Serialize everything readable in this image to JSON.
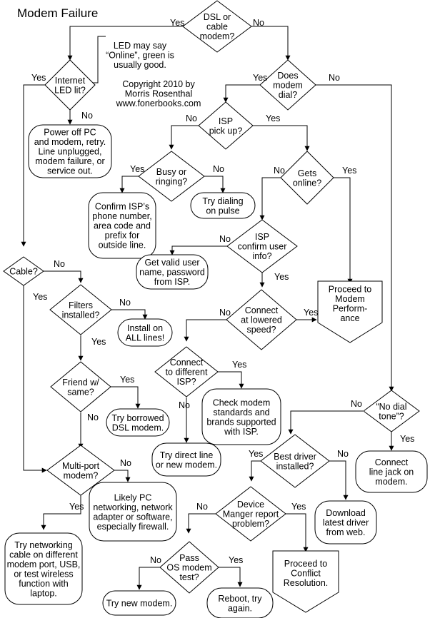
{
  "title": "Modem Failure",
  "nodes": {
    "dsl": {
      "lines": [
        "DSL or",
        "cable",
        "modem?"
      ]
    },
    "led": {
      "lines": [
        "Internet",
        "LED lit?"
      ]
    },
    "dial": {
      "lines": [
        "Does",
        "modem",
        "dial?"
      ]
    },
    "led_note": {
      "lines": [
        "LED may say",
        "“Online”, green is",
        "usually good."
      ]
    },
    "copyright": {
      "lines": [
        "Copyright 2010 by",
        "Morris Rosenthal",
        "www.fonerbooks.com"
      ]
    },
    "poweroff": {
      "lines": [
        "Power off PC",
        "and modem, retry.",
        "Line unplugged,",
        "modem failure, or",
        "service out."
      ]
    },
    "isp_pickup": {
      "lines": [
        "ISP",
        "pick up?"
      ]
    },
    "busy": {
      "lines": [
        "Busy or",
        "ringing?"
      ]
    },
    "gets_online": {
      "lines": [
        "Gets",
        "online?"
      ]
    },
    "confirm_isp": {
      "lines": [
        "Confirm ISP’s",
        "phone number,",
        "area code and",
        "prefix for",
        "outside line."
      ]
    },
    "pulse": {
      "lines": [
        "Try dialing",
        "on pulse"
      ]
    },
    "isp_confirm": {
      "lines": [
        "ISP",
        "confirm user",
        "info?"
      ]
    },
    "valid_user": {
      "lines": [
        "Get valid user",
        "name, password",
        "from ISP."
      ]
    },
    "cable": {
      "lines": [
        "Cable?"
      ]
    },
    "filters": {
      "lines": [
        "Filters",
        "installed?"
      ]
    },
    "install_lines": {
      "lines": [
        "Install on",
        "ALL lines!"
      ]
    },
    "friend": {
      "lines": [
        "Friend w/",
        "same?"
      ]
    },
    "borrowed": {
      "lines": [
        "Try borrowed",
        "DSL modem."
      ]
    },
    "lowered": {
      "lines": [
        "Connect",
        "at lowered",
        "speed?"
      ]
    },
    "performance": {
      "lines": [
        "Proceed to",
        "Modem",
        "Perform-",
        "ance"
      ]
    },
    "diff_isp": {
      "lines": [
        "Connect",
        "to different",
        "ISP?"
      ]
    },
    "check_std": {
      "lines": [
        "Check modem",
        "standards and",
        "brands supported",
        "with ISP."
      ]
    },
    "direct": {
      "lines": [
        "Try direct line",
        "or new modem."
      ]
    },
    "no_dial_tone": {
      "lines": [
        "“No dial",
        "tone”?"
      ]
    },
    "jack": {
      "lines": [
        "Connect",
        "line jack on",
        "modem."
      ]
    },
    "best_driver": {
      "lines": [
        "Best driver",
        "installed?"
      ]
    },
    "multiport": {
      "lines": [
        "Multi-port",
        "modem?"
      ]
    },
    "likely_pc": {
      "lines": [
        "Likely PC",
        "networking, network",
        "adapter or software,",
        "especially firewall."
      ]
    },
    "download": {
      "lines": [
        "Download",
        "latest driver",
        "from web."
      ]
    },
    "device_mgr": {
      "lines": [
        "Device",
        "Manger report",
        "problem?"
      ]
    },
    "networking_cable": {
      "lines": [
        "Try networking",
        "cable on different",
        "modem port, USB,",
        "or test wireless",
        "function with",
        "laptop."
      ]
    },
    "pass_os": {
      "lines": [
        "Pass",
        "OS modem",
        "test?"
      ]
    },
    "conflict": {
      "lines": [
        "Proceed to",
        "Conflict",
        "Resolution."
      ]
    },
    "new_modem": {
      "lines": [
        "Try new modem."
      ]
    },
    "reboot": {
      "lines": [
        "Reboot, try",
        "again."
      ]
    }
  },
  "edge_labels": [
    {
      "id": "dsl-yes",
      "text": "Yes"
    },
    {
      "id": "dsl-no",
      "text": "No"
    },
    {
      "id": "led-yes",
      "text": "Yes"
    },
    {
      "id": "led-no",
      "text": "No"
    },
    {
      "id": "dial-yes",
      "text": "Yes"
    },
    {
      "id": "dial-no",
      "text": "No"
    },
    {
      "id": "pickup-no",
      "text": "No"
    },
    {
      "id": "pickup-yes",
      "text": "Yes"
    },
    {
      "id": "busy-yes",
      "text": "Yes"
    },
    {
      "id": "busy-no",
      "text": "No"
    },
    {
      "id": "online-no",
      "text": "No"
    },
    {
      "id": "online-yes",
      "text": "Yes"
    },
    {
      "id": "ispconf-no",
      "text": "No"
    },
    {
      "id": "ispconf-yes",
      "text": "Yes"
    },
    {
      "id": "cable-no",
      "text": "No"
    },
    {
      "id": "cable-yes",
      "text": "Yes"
    },
    {
      "id": "filters-no",
      "text": "No"
    },
    {
      "id": "filters-yes",
      "text": "Yes"
    },
    {
      "id": "friend-yes",
      "text": "Yes"
    },
    {
      "id": "friend-no",
      "text": "No"
    },
    {
      "id": "lowered-no",
      "text": "No"
    },
    {
      "id": "lowered-yes",
      "text": "Yes"
    },
    {
      "id": "diffisp-yes",
      "text": "Yes"
    },
    {
      "id": "diffisp-no",
      "text": "No"
    },
    {
      "id": "tone-no",
      "text": "No"
    },
    {
      "id": "tone-yes",
      "text": "Yes"
    },
    {
      "id": "driver-yes",
      "text": "Yes"
    },
    {
      "id": "driver-no",
      "text": "No"
    },
    {
      "id": "multi-no",
      "text": "No"
    },
    {
      "id": "multi-yes",
      "text": "Yes"
    },
    {
      "id": "device-no",
      "text": "No"
    },
    {
      "id": "device-yes",
      "text": "Yes"
    },
    {
      "id": "pass-no",
      "text": "No"
    },
    {
      "id": "pass-yes",
      "text": "Yes"
    }
  ]
}
